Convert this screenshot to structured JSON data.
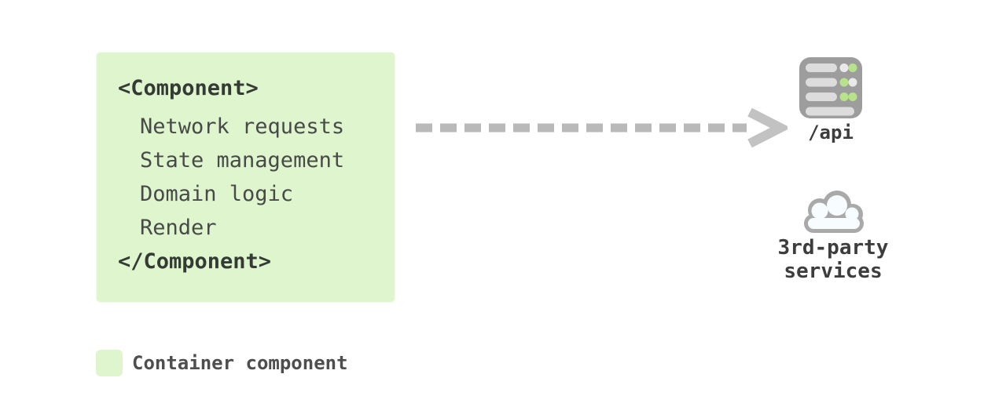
{
  "component_box": {
    "open_tag": "<Component>",
    "items": [
      "Network requests",
      "State management",
      "Domain logic",
      "Render"
    ],
    "close_tag": "</Component>"
  },
  "api": {
    "label": "/api",
    "icon": "server-icon"
  },
  "third_party": {
    "line1": "3rd-party",
    "line2": "services",
    "icon": "cloud-icon"
  },
  "legend": {
    "label": "Container component",
    "swatch_color": "#def5ce"
  },
  "arrow": {
    "style": "dashed",
    "direction": "right",
    "color": "#bcbcbc"
  },
  "colors": {
    "box_fill": "#def5ce",
    "code_text": "#474a47",
    "tag_text": "#343a34",
    "icon_gray": "#9d9d9d",
    "icon_pill": "#dcdcdc",
    "indicator_green": "#b7e38a",
    "cloud_fill": "#f7fcfe",
    "cloud_stroke": "#a9a9a9"
  }
}
